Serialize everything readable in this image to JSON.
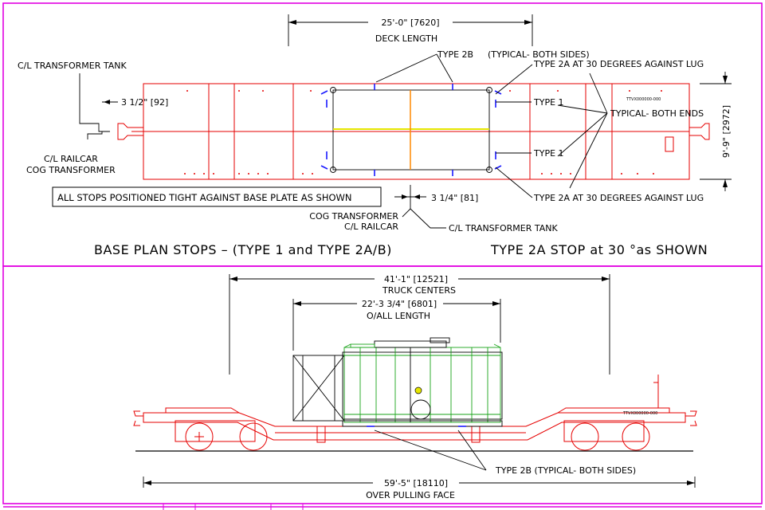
{
  "colors": {
    "frame": "#e100e1",
    "railcar": "#e60000",
    "outline": "#000000",
    "transformer": "#1aa31a",
    "stop": "#1a1aff",
    "centerline": "#e6e600",
    "cog": "#ff8800"
  },
  "plan": {
    "deck_length_dim": "25'-0\" [7620]",
    "deck_length_label": "DECK LENGTH",
    "cl_transformer_tank_top": "C/L TRANSFORMER TANK",
    "offset_top_dim": "3 1/2\" [92]",
    "cl_railcar_left": "C/L RAILCAR",
    "cog_transformer_left": "COG TRANSFORMER",
    "type_2b": "TYPE 2B",
    "typical_both_sides": "(TYPICAL- BOTH SIDES)",
    "type_2a_top": "TYPE 2A AT 30 DEGREES AGAINST LUG",
    "type_1_top": "TYPE 1",
    "typical_both_ends": "TYPICAL- BOTH ENDS",
    "type_1_bottom": "TYPE 1",
    "width_dim": "9'-9\" [2972]",
    "note": "ALL STOPS POSITIONED TIGHT AGAINST BASE PLATE AS SHOWN",
    "offset_bottom_dim": "3 1/4\" [81]",
    "type_2a_bottom": "TYPE 2A AT 30 DEGREES AGAINST LUG",
    "cog_transformer_bottom": "COG TRANSFORMER",
    "cl_railcar_bottom": "C/L RAILCAR",
    "cl_transformer_tank_bottom": "C/L TRANSFORMER TANK",
    "caption_left": "BASE PLAN STOPS – (TYPE 1 and TYPE 2A/B)",
    "caption_right": "TYPE 2A STOP at 30 °as SHOWN",
    "car_mark": "TTVX000000-000"
  },
  "elevation": {
    "truck_centers_dim": "41'-1\" [12521]",
    "truck_centers_label": "TRUCK CENTERS",
    "overall_length_dim": "22'-3 3/4\" [6801]",
    "overall_length_label": "O/ALL LENGTH",
    "type_2b_note": "TYPE 2B (TYPICAL- BOTH SIDES)",
    "pulling_face_dim": "59'-5\" [18110]",
    "pulling_face_label": "OVER PULLING FACE",
    "car_mark": "TTVX000000-000"
  }
}
